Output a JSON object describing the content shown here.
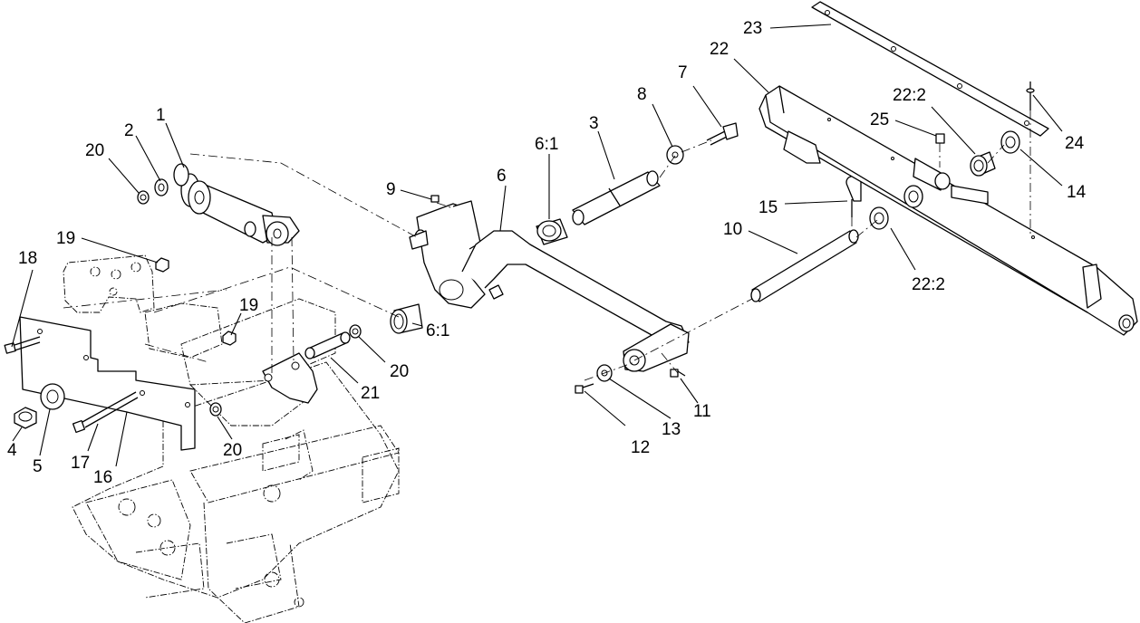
{
  "callouts": [
    {
      "id": "c1",
      "text": "1"
    },
    {
      "id": "c2",
      "text": "2"
    },
    {
      "id": "c3",
      "text": "3"
    },
    {
      "id": "c4",
      "text": "4"
    },
    {
      "id": "c5",
      "text": "5"
    },
    {
      "id": "c6",
      "text": "6"
    },
    {
      "id": "c6_1a",
      "text": "6:1"
    },
    {
      "id": "c6_1b",
      "text": "6:1"
    },
    {
      "id": "c7",
      "text": "7"
    },
    {
      "id": "c8",
      "text": "8"
    },
    {
      "id": "c9",
      "text": "9"
    },
    {
      "id": "c10",
      "text": "10"
    },
    {
      "id": "c11",
      "text": "11"
    },
    {
      "id": "c12",
      "text": "12"
    },
    {
      "id": "c13",
      "text": "13"
    },
    {
      "id": "c14",
      "text": "14"
    },
    {
      "id": "c15",
      "text": "15"
    },
    {
      "id": "c16",
      "text": "16"
    },
    {
      "id": "c17",
      "text": "17"
    },
    {
      "id": "c18",
      "text": "18"
    },
    {
      "id": "c19a",
      "text": "19"
    },
    {
      "id": "c19b",
      "text": "19"
    },
    {
      "id": "c20a",
      "text": "20"
    },
    {
      "id": "c20b",
      "text": "20"
    },
    {
      "id": "c20c",
      "text": "20"
    },
    {
      "id": "c21",
      "text": "21"
    },
    {
      "id": "c22",
      "text": "22"
    },
    {
      "id": "c22_2a",
      "text": "22:2"
    },
    {
      "id": "c22_2b",
      "text": "22:2"
    },
    {
      "id": "c23",
      "text": "23"
    },
    {
      "id": "c24",
      "text": "24"
    },
    {
      "id": "c25",
      "text": "25"
    }
  ]
}
